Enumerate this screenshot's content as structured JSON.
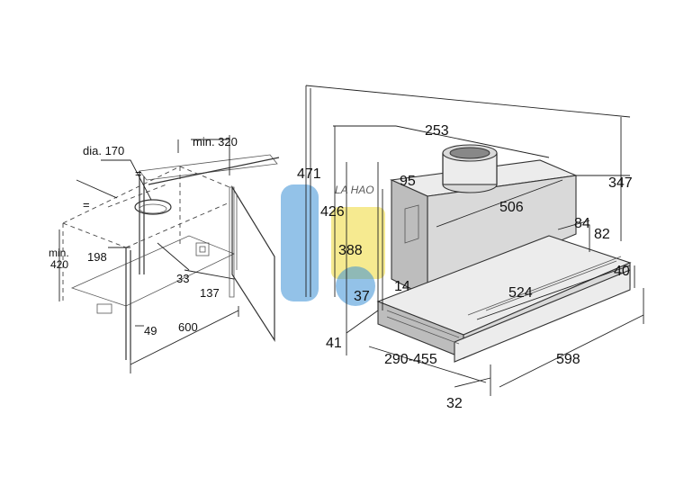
{
  "colors": {
    "line": "#333333",
    "watermark_blue": "#3a8fd6",
    "watermark_yellow": "#f3e36b"
  },
  "watermark": {
    "text": "LA HAO"
  },
  "cabinet_view": {
    "dims": {
      "dia": "dia. 170",
      "min_320": "min. 320",
      "min_label": "min.",
      "min_420": "420",
      "d198": "198",
      "d33": "33",
      "d137": "137",
      "d49": "49",
      "d600": "600",
      "eq": "="
    }
  },
  "hood_view": {
    "dims": {
      "d253": "253",
      "d471": "471",
      "d95": "95",
      "d426": "426",
      "d506": "506",
      "d347": "347",
      "d388": "388",
      "d84": "84",
      "d82": "82",
      "d37": "37",
      "d14": "14",
      "d524": "524",
      "d40": "40",
      "d41": "41",
      "d290_455": "290-455",
      "d598": "598",
      "d32": "32"
    }
  }
}
